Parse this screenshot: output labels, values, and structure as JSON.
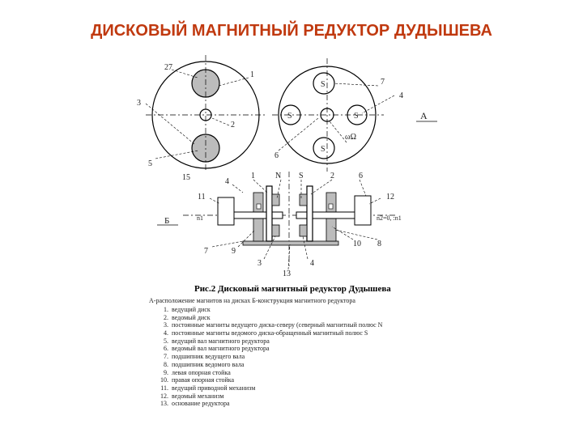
{
  "title": "ДИСКОВЫЙ МАГНИТНЫЙ РЕДУКТОР ДУДЫШЕВА",
  "colors": {
    "title": "#c0390f",
    "magnet_fill": "#bcbcbc",
    "line": "#000000"
  },
  "left_disk": {
    "labels": {
      "n27": "27",
      "n1": "1",
      "n3": "3",
      "n2": "2",
      "n5": "5",
      "n15": "15"
    }
  },
  "right_disk": {
    "pole_labels": {
      "top": "S",
      "left": "S",
      "right": "S",
      "bottom": "S"
    },
    "labels": {
      "n4": "4",
      "omega": "ωΩ",
      "n6": "6",
      "n7": "7",
      "view": "A"
    }
  },
  "section": {
    "labels": {
      "n4": "4",
      "n1": "1",
      "N": "N",
      "S": "S",
      "n2": "2",
      "n6": "6",
      "n11": "11",
      "n12": "12",
      "B": "Б",
      "n1_left": "n1",
      "n2_right": "n2=0, :n1",
      "n7": "7",
      "n9": "9",
      "n10": "10",
      "n8": "8",
      "n3": "3",
      "n4b": "4",
      "n13": "13"
    }
  },
  "caption": "Рис.2 Дисковый магнитный редуктор Дудышева",
  "subcaption": "А-расположение магнитов на дисках Б-конструкция магнитного редуктора",
  "legend": [
    {
      "num": "1.",
      "text": "ведущий диск"
    },
    {
      "num": "2.",
      "text": "ведомый диск"
    },
    {
      "num": "3.",
      "text": "постоянные магниты ведущего диска-северу (северный магнитный полюс N"
    },
    {
      "num": "4.",
      "text": "постоянные магниты ведомого диска-обращенный магнитный полюс S"
    },
    {
      "num": "5.",
      "text": "ведущий вал магнитного редуктора"
    },
    {
      "num": "6.",
      "text": "ведомый вал магнитного редуктора"
    },
    {
      "num": "7.",
      "text": "подшипник ведущего вала"
    },
    {
      "num": "8.",
      "text": "подшипник ведомого вала"
    },
    {
      "num": "9.",
      "text": "левая опорная стойка"
    },
    {
      "num": "10.",
      "text": "правая опорная стойка"
    },
    {
      "num": "11.",
      "text": "ведущий приводной механизм"
    },
    {
      "num": "12.",
      "text": "ведомый механизм"
    },
    {
      "num": "13.",
      "text": "основание редуктора"
    }
  ]
}
